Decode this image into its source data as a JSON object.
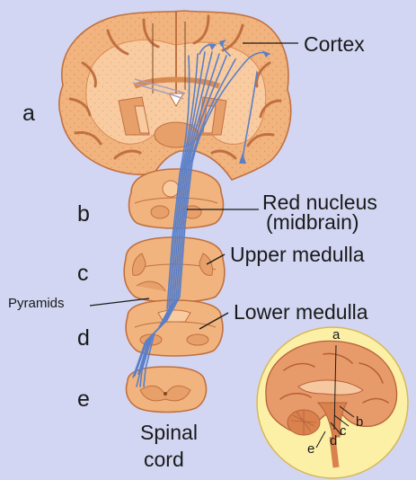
{
  "section_letters": {
    "a": "a",
    "b": "b",
    "c": "c",
    "d": "d",
    "e": "e"
  },
  "labels": {
    "cortex": "Cortex",
    "red_nucleus": "Red nucleus",
    "midbrain": "(midbrain)",
    "upper_medulla": "Upper medulla",
    "pyramids": "Pyramids",
    "lower_medulla": "Lower medulla",
    "spinal_cord_line1": "Spinal",
    "spinal_cord_line2": "cord"
  },
  "inset_letters": {
    "a": "a",
    "b": "b",
    "c": "c",
    "d": "d",
    "e": "e"
  },
  "colors": {
    "background": "#d2d6f2",
    "tissue": "#f2b47e",
    "tissue_light": "#f8cca0",
    "tissue_dark": "#d98a52",
    "tract": "#5b7fc7",
    "inset_bg": "#fbf0a6",
    "inset_border": "#d8b85a"
  }
}
